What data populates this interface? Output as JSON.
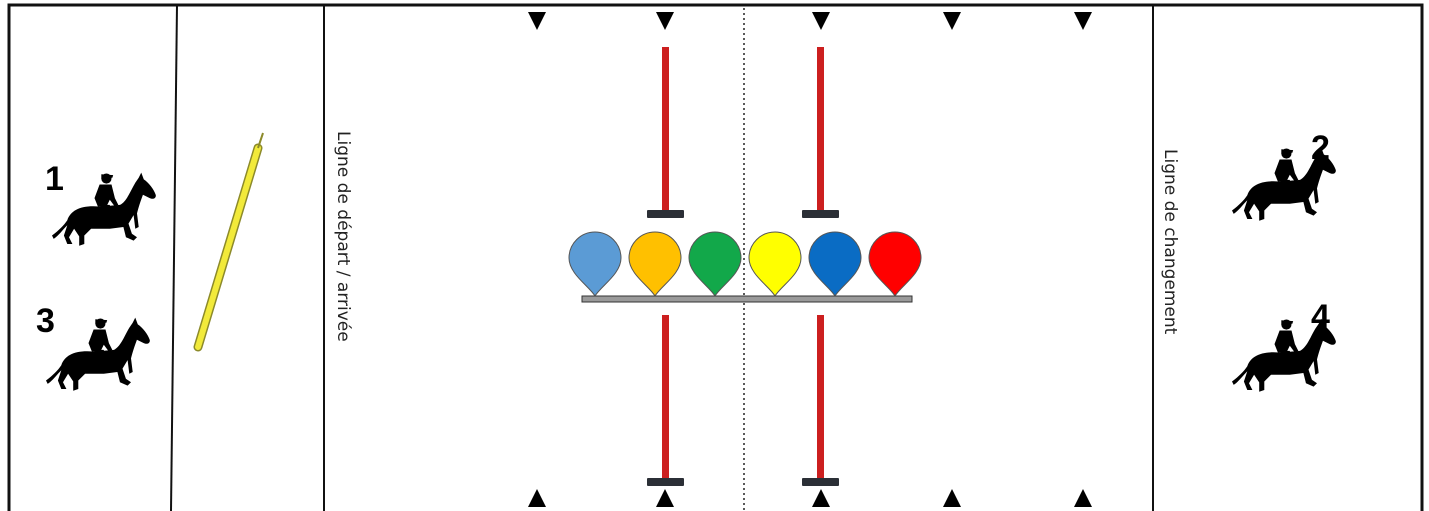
{
  "labels": {
    "start_finish_line": "Ligne de départ / arrivée",
    "change_line": "Ligne de changement"
  },
  "riders": [
    {
      "number": "1",
      "side": "left"
    },
    {
      "number": "3",
      "side": "left"
    },
    {
      "number": "2",
      "side": "right"
    },
    {
      "number": "4",
      "side": "right"
    }
  ],
  "colors": {
    "border": "#111111",
    "pole": "#cc1f1f",
    "pole_foot": "#2b2f36",
    "shelf": "#9a9a9a",
    "baton_fill": "#f2ea3a",
    "baton_stroke": "#8c8a2a",
    "balloon_outline": "#555555"
  },
  "balloons": [
    {
      "color": "#5b9bd5",
      "name": "light-blue"
    },
    {
      "color": "#ffc000",
      "name": "orange"
    },
    {
      "color": "#12a84a",
      "name": "green"
    },
    {
      "color": "#ffff00",
      "name": "yellow"
    },
    {
      "color": "#0a6cc4",
      "name": "blue"
    },
    {
      "color": "#ff0000",
      "name": "red"
    }
  ],
  "icons": {
    "rider": "horse-rider-icon",
    "baton": "baton-icon",
    "cone": "cone-marker-icon",
    "balloon": "balloon-icon",
    "pole": "pole-icon"
  }
}
